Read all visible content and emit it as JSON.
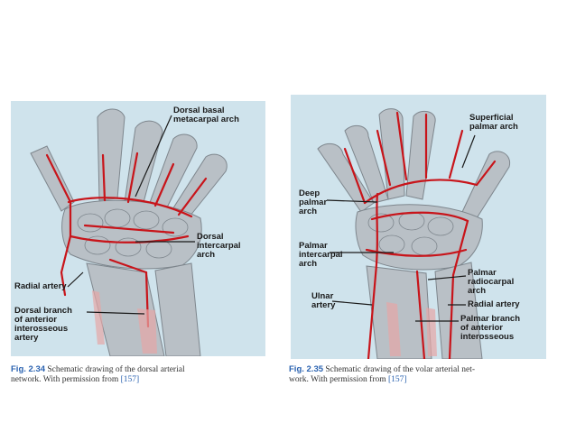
{
  "figures": [
    {
      "labels": {
        "dorsal_basal": "Dorsal basal\nmetacarpal arch",
        "dorsal_intercarpal": "Dorsal\nintercarpal\narch",
        "radial_artery": "Radial artery",
        "dorsal_branch": "Dorsal branch\nof anterior\ninterosseous\nartery"
      },
      "caption": {
        "fig": "Fig. 2.34",
        "text": " Schematic drawing of the dorsal arterial\nnetwork. With permission from ",
        "ref": "[157]"
      }
    },
    {
      "labels": {
        "superficial": "Superficial\npalmar arch",
        "deep": "Deep\npalmar\narch",
        "palmar_intercarpal": "Palmar\nintercarpal\narch",
        "ulnar": "Ulnar\nartery",
        "palmar_radiocarpal": "Palmar\nradiocarpal\narch",
        "radial_artery": "Radial artery",
        "palmar_branch": "Palmar branch\nof anterior\ninterosseous"
      },
      "caption": {
        "fig": "Fig. 2.35",
        "text": " Schematic drawing of the volar arterial net-\nwork. With permission from ",
        "ref": "[157]"
      }
    }
  ],
  "colors": {
    "background": "#cfe3ec",
    "bone": "#b9c0c6",
    "artery": "#c8141a",
    "caption_blue": "#2a62b0"
  }
}
